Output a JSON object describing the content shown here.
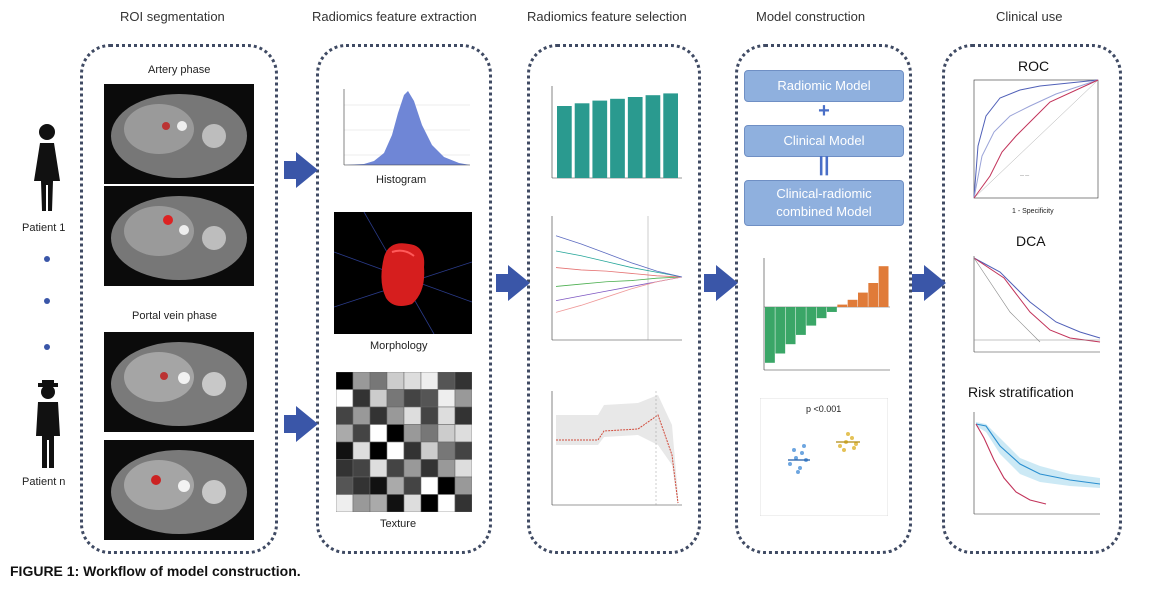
{
  "headers": {
    "roi": "ROI segmentation",
    "extraction": "Radiomics feature extraction",
    "selection": "Radiomics feature selection",
    "model": "Model construction",
    "clinical": "Clinical use"
  },
  "roi": {
    "artery_label": "Artery phase",
    "portal_label": "Portal vein phase",
    "patient1": "Patient 1",
    "patientn": "Patient n"
  },
  "extraction": {
    "histogram_label": "Histogram",
    "morphology_label": "Morphology",
    "texture_label": "Texture"
  },
  "model": {
    "radiomic": "Radiomic Model",
    "plus": "+",
    "clinical": "Clinical Model",
    "equals": "||",
    "combined_line1": "Clinical-radiomic",
    "combined_line2": "combined Model",
    "pvalue": "p <0.001"
  },
  "clinical_use": {
    "roc_title": "ROC",
    "dca_title": "DCA",
    "risk_title": "Risk stratification",
    "roc_xlabel": "1 - Specificity"
  },
  "caption": "FIGURE 1: Workflow of model construction.",
  "colors": {
    "panel_border": "#3f4a63",
    "arrow": "#3a56a8",
    "model_box": "#8fb0de",
    "bar": "#2a9a8f",
    "hist": "#6f86d6"
  },
  "chart_data": [
    {
      "type": "bar",
      "values": [
        0.8,
        0.83,
        0.86,
        0.88,
        0.9,
        0.92,
        0.94
      ],
      "ylim": [
        0,
        1
      ]
    },
    {
      "type": "line",
      "series_values": [
        [
          0.42,
          0.44,
          0.46,
          0.47,
          0.49,
          0.5
        ],
        [
          0.58,
          0.56,
          0.55,
          0.53,
          0.51,
          0.5
        ],
        [
          0.3,
          0.34,
          0.38,
          0.42,
          0.46,
          0.5
        ],
        [
          0.72,
          0.68,
          0.63,
          0.58,
          0.54,
          0.5
        ],
        [
          0.2,
          0.26,
          0.33,
          0.4,
          0.46,
          0.5
        ],
        [
          0.85,
          0.78,
          0.7,
          0.62,
          0.55,
          0.5
        ]
      ]
    },
    {
      "type": "bar",
      "values": [
        -0.9,
        -0.75,
        -0.6,
        -0.45,
        -0.3,
        -0.18,
        -0.08,
        0.05,
        0.15,
        0.3,
        0.5,
        0.85
      ]
    }
  ]
}
